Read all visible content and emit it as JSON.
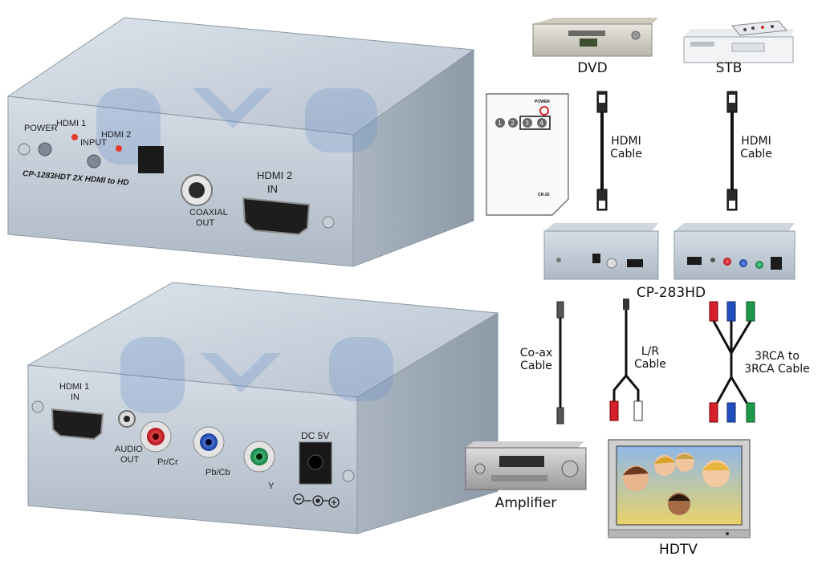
{
  "front_panel": {
    "power_label": "POWER",
    "hdmi1_label": "HDMI 1",
    "hdmi2_led_label": "HDMI 2",
    "input_label": "INPUT",
    "model_text": "CP-1283HDT 2X HDMI to HD",
    "coaxial_label": "COAXIAL",
    "out_label": "OUT",
    "hdmi2_label": "HDMI 2",
    "hdmi2_in": "IN"
  },
  "rear_panel": {
    "hdmi1_label": "HDMI 1",
    "hdmi1_in": "IN",
    "audio_label": "AUDIO",
    "audio_out": "OUT",
    "prcr_label": "Pr/Cr",
    "pbcb_label": "Pb/Cb",
    "y_label": "Y",
    "dc_label": "DC 5V"
  },
  "remote": {
    "power_label": "POWER",
    "buttons": [
      "1",
      "2",
      "3",
      "4"
    ],
    "model": "CR-25"
  },
  "diagram": {
    "dvd": "DVD",
    "stb": "STB",
    "hdmi_cable_1": [
      "HDMI",
      "Cable"
    ],
    "hdmi_cable_2": [
      "HDMI",
      "Cable"
    ],
    "device_name": "CP-283HD",
    "coax_cable": [
      "Co-ax",
      "Cable"
    ],
    "lr_cable": [
      "L/R",
      "Cable"
    ],
    "rca_cable": [
      "3RCA to",
      "3RCA Cable"
    ],
    "amplifier": "Amplifier",
    "hdtv": "HDTV"
  },
  "colors": {
    "red": "#d4202a",
    "blue": "#1f4fbf",
    "green": "#1f9a4c",
    "panel": "#c9d2dc"
  }
}
